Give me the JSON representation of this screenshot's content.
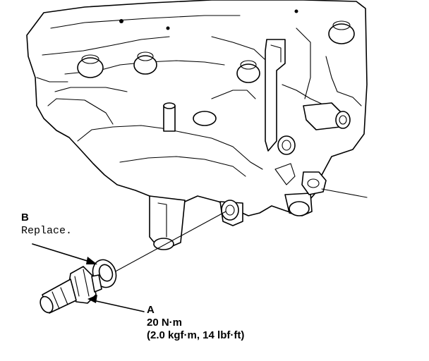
{
  "callouts": {
    "b": {
      "letter": "B",
      "note": "Replace."
    },
    "a": {
      "letter": "A",
      "torque_si": "20 N·m",
      "torque_alt": "(2.0 kgf·m, 14 lbf·ft)"
    }
  }
}
